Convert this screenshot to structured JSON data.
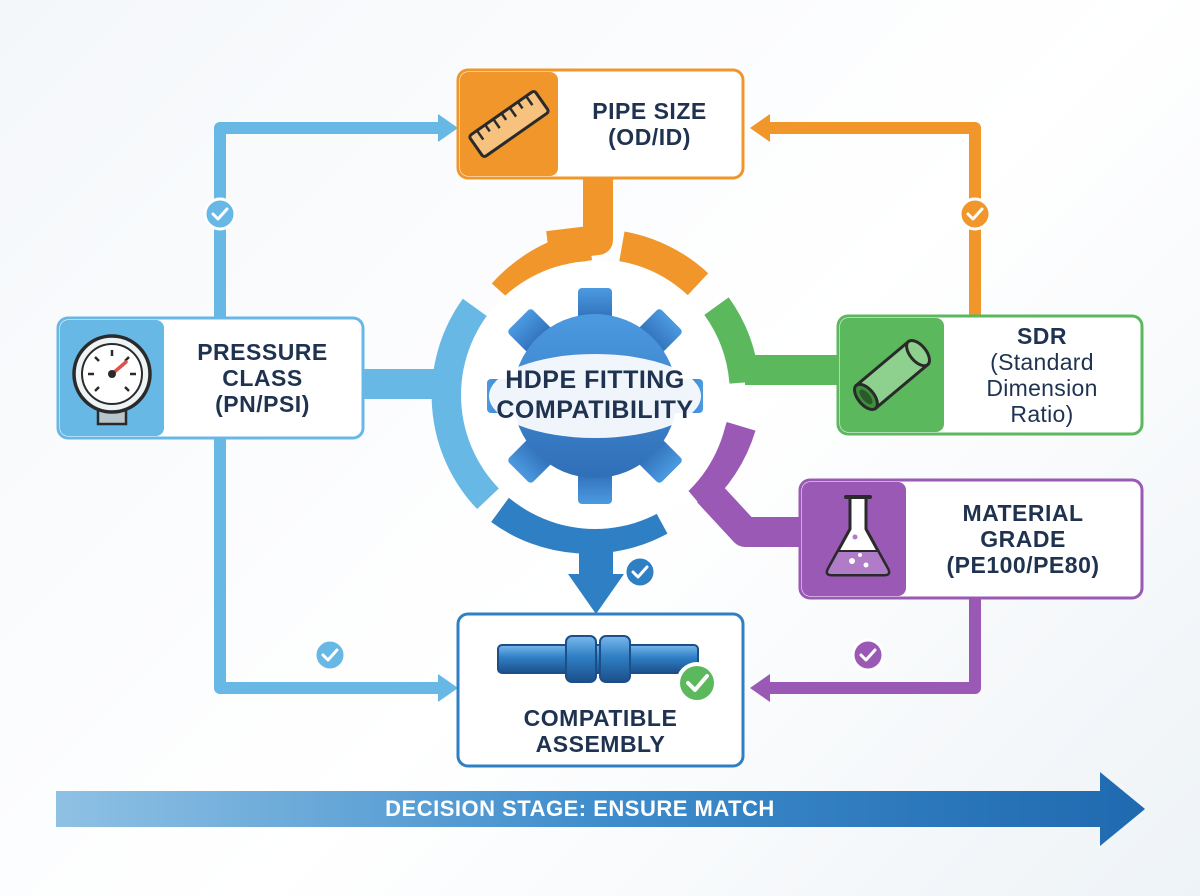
{
  "center": {
    "line1": "HDPE FITTING",
    "line2": "COMPATIBILITY"
  },
  "pipe_size": {
    "line1": "PIPE SIZE",
    "line2": "(OD/ID)",
    "icon": "ruler-icon",
    "color": "#f0962a"
  },
  "pressure": {
    "line1": "PRESSURE",
    "line2": "CLASS",
    "line3": "(PN/PSI)",
    "icon": "pressure-gauge-icon",
    "color": "#68b8e6"
  },
  "sdr": {
    "line1": "SDR",
    "line2": "(Standard",
    "line3": "Dimension",
    "line4": "Ratio)",
    "icon": "pipe-icon",
    "color": "#5cb85c"
  },
  "material": {
    "line1": "MATERIAL",
    "line2": "GRADE",
    "line3": "(PE100/PE80)",
    "icon": "flask-icon",
    "color": "#9b59b6"
  },
  "assembly": {
    "line1": "COMPATIBLE",
    "line2": "ASSEMBLY",
    "icon": "pipe-coupling-icon",
    "color": "#2f7fc4"
  },
  "banner": {
    "text": "DECISION STAGE: ENSURE MATCH"
  },
  "colors": {
    "navy_text": "#1f3350",
    "blue_dark": "#2f7fc4",
    "blue_light": "#68b8e6",
    "orange": "#f0962a",
    "green": "#5cb85c",
    "purple": "#9b59b6"
  }
}
